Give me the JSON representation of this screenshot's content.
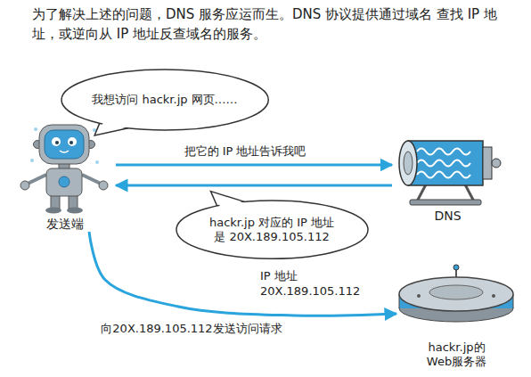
{
  "diagram": {
    "nodes": [
      {
        "text": [
          "我想访问 hackr.jp 网页……"
        ]
      },
      {
        "text": [
          "发送端"
        ]
      },
      {
        "text": [
          "DNS"
        ]
      },
      {
        "text": [
          "hackr.jp 对应的 IP 地址 是 20X.189.105.112"
        ]
      },
      {
        "text": [
          "hackr.jp的 Web服务器"
        ]
      }
    ],
    "edges": [
      {
        "from": 1,
        "to": 2,
        "label": "把它的 IP 地址告诉我吧",
        "arrow": "to"
      },
      {
        "from": 2,
        "to": 1,
        "arrow": "to"
      },
      {
        "from": 1,
        "to": 4,
        "label": "向20X.189.105.112发送访问请求",
        "arrow": "to"
      }
    ],
    "labels": [
      "为了解决上述的问题，DNS 服务应运而生。DNS 协议提供通过域名 查找 IP 地址，或逆向从 IP 地址反查域名的服务。",
      "IP 地址 20X.189.105.112"
    ]
  }
}
